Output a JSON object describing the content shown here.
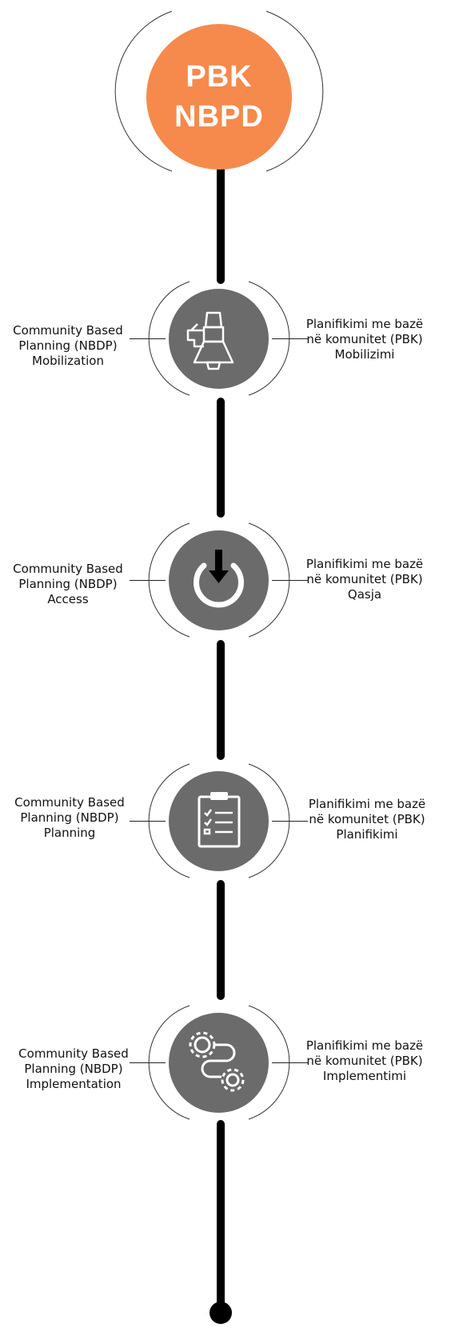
{
  "hero": {
    "line1": "PBK",
    "line2": "NBPD",
    "color": "#f58a4c"
  },
  "node_color": "#6b6b6b",
  "steps": [
    {
      "icon": "megaphone-icon",
      "left": {
        "line1": "Community Based",
        "line2": "Planning (NBDP)",
        "line3": "Mobilization"
      },
      "right": {
        "line1": "Planifikimi me bazë",
        "line2": "në komunitet (PBK)",
        "line3": "Mobilizimi"
      }
    },
    {
      "icon": "power-download-icon",
      "left": {
        "line1": "Community Based",
        "line2": "Planning (NBDP)",
        "line3": "Access"
      },
      "right": {
        "line1": "Planifikimi me bazë",
        "line2": "në komunitet (PBK)",
        "line3": "Qasja"
      }
    },
    {
      "icon": "clipboard-checklist-icon",
      "left": {
        "line1": "Community Based",
        "line2": "Planning (NBDP)",
        "line3": "Planning"
      },
      "right": {
        "line1": "Planifikimi me bazë",
        "line2": "në komunitet (PBK)",
        "line3": "Planifikimi"
      }
    },
    {
      "icon": "gears-process-icon",
      "left": {
        "line1": "Community Based",
        "line2": "Planning (NBDP)",
        "line3": "Implementation"
      },
      "right": {
        "line1": "Planifikimi me bazë",
        "line2": "në komunitet (PBK)",
        "line3": "Implementimi"
      }
    }
  ]
}
